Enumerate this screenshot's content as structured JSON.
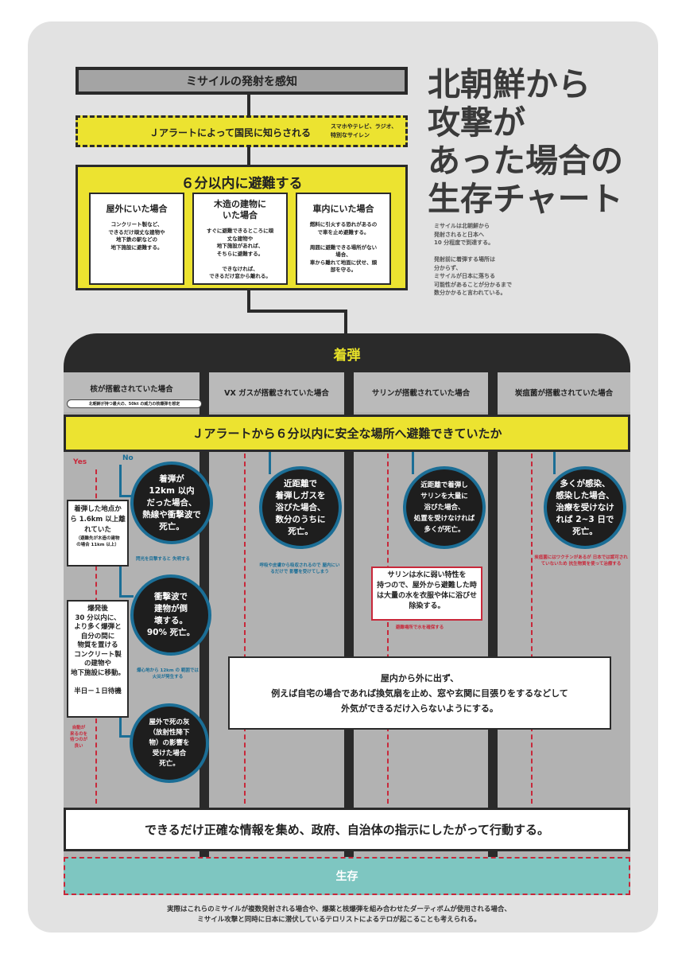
{
  "title": "北朝鮮から\n攻撃が\nあった場合の\n生存チャート",
  "side_note": "ミサイルは北朝鮮から\n発射されると日本へ\n10 分程度で到達する。\n\n発射前に着弾する場所は\n分からず、\nミサイルが日本に落ちる\n可能性があることが分かるまで\n数分かかると言われている。",
  "steps": {
    "detect": "ミサイルの発射を感知",
    "jalert": "Ｊアラートによって国民に知らされる",
    "jalert_note": "スマホやテレビ、ラジオ、\n特別なサイレン",
    "evacuate": "６分以内に避難する"
  },
  "places": [
    {
      "title": "屋外にいた場合",
      "desc": "コンクリート製など、\nできるだけ頑丈な建物や\n地下鉄の駅などの\n地下施設に避難する。"
    },
    {
      "title": "木造の建物に\nいた場合",
      "desc": "すぐに避難できるところに頑\n丈な建物や\n地下施設があれば、\nそちらに避難する。\n\nできなければ、\nできるだけ窓から離れる。"
    },
    {
      "title": "車内にいた場合",
      "desc": "燃料に引火する恐れがあるの\nで車を止め避難する。\n\n周囲に避難できる場所がない\n場合、\n車から離れて地面に伏せ、頭\n部を守る。"
    }
  ],
  "impact": "着弾",
  "categories": [
    "核が搭載されていた場合",
    "VX ガスが搭載されていた場合",
    "サリンが搭載されていた場合",
    "炭疽菌が搭載されていた場合"
  ],
  "category_note": "北朝鮮が持つ最大の、50kt の威力の核爆弾を想定",
  "question": "Ｊアラートから６分以内に安全な場所へ避難できていたか",
  "yes": "Yes",
  "no": "No",
  "nuclear": {
    "circle1": "着弾が\n12km 以内\nだった場合、\n熱線や衝撃波で\n死亡。",
    "note1": "閃光を目撃すると\n失明する",
    "yes_box": "着弾した地点か\nら 1.6km 以上離\nれていた",
    "yes_note": "（避難先が木造の建物\nの場合 11km 以上）",
    "circle2": "衝撃波で\n建物が倒\n壊する。\n90% 死亡。",
    "note2": "爆心地から 12km の\n範囲では火災が発生する",
    "shelter": "爆発後\n30 分以内に、\nより多く爆弾と\n自分の間に\n物質を置ける\nコンクリート製\nの建物や\n地下施設に移動。\n\n半日－１日待機",
    "shelter_note": "自動が\n来るのを\n待つのが\n良い",
    "circle3": "屋外で死の灰\n（放射性降下\n物）の影響を\n受けた場合\n死亡。"
  },
  "vx": {
    "circle": "近距離で\n着弾しガスを\n浴びた場合、\n数分のうちに\n死亡。",
    "note": "呼吸や皮膚から吸収されるので\n屋内にいるだけで\n影響を受けてしまう"
  },
  "sarin": {
    "circle": "近距離で着弾し\nサリンを大量に\n浴びた場合、\n処置を受けなければ\n多くが死亡。",
    "box": "サリンは水に弱い特性を\n持つので、屋外から避難した時\nは大量の水を衣服や体に浴びせ\n除染する。",
    "note": "避難場所で水を確保する"
  },
  "anthrax": {
    "circle": "多くが感染、\n感染した場合、\n治療を受けなけ\nれば 2~3 日で\n死亡。",
    "note": "炭疽菌にはワクチンがあるが\n日本では認可されていないため\n抗生物質を使って治療する"
  },
  "indoor": "屋内から外に出ず、\n例えば自宅の場合であれば換気扇を止め、窓や玄関に目張りをするなどして\n外気ができるだけ入らないようにする。",
  "final": "できるだけ正確な情報を集め、政府、自治体の指示にしたがって行動する。",
  "survive": "生存",
  "footer": "実際はこれらのミサイルが複数発射される場合や、爆薬と核爆弾を組み合わせたダーティボムが使用される場合、\nミサイル攻撃と同時に日本に潜伏しているテロリストによるテロが起こることも考えられる。"
}
